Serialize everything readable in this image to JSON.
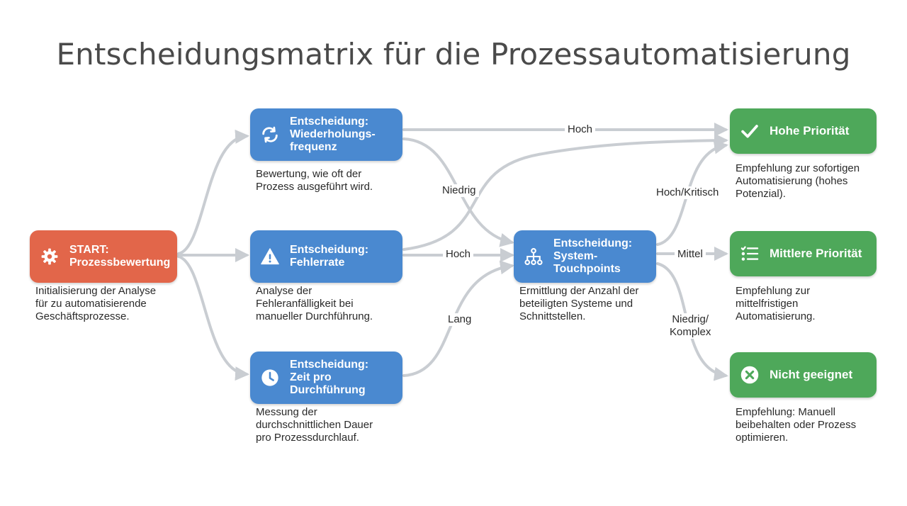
{
  "title": "Entscheidungsmatrix für die Prozessautomatisierung",
  "nodes": {
    "start": {
      "label": "START:\nProzessbewertung",
      "description": "Initialisierung der Analyse\nfür zu automatisierende\nGeschäftsprozesse.",
      "icon": "gear-icon",
      "color": "#e2664a"
    },
    "repetition": {
      "label": "Entscheidung:\nWiederholungs-\nfrequenz",
      "description": "Bewertung, wie oft der\nProzess ausgeführt wird.",
      "icon": "repeat-icon",
      "color": "#4a89d0"
    },
    "error_rate": {
      "label": "Entscheidung:\nFehlerrate",
      "description": "Analyse der\nFehleranfälligkeit bei\nmanueller Durchführung.",
      "icon": "warning-icon",
      "color": "#4a89d0"
    },
    "time": {
      "label": "Entscheidung:\nZeit pro\nDurchführung",
      "description": "Messung der\ndurchschnittlichen Dauer\npro Prozessdurchlauf.",
      "icon": "clock-icon",
      "color": "#4a89d0"
    },
    "touchpoints": {
      "label": "Entscheidung:\nSystem-\nTouchpoints",
      "description": "Ermittlung der Anzahl der\nbeteiligten Systeme und\nSchnittstellen.",
      "icon": "hierarchy-icon",
      "color": "#4a89d0"
    },
    "high": {
      "label": "Hohe Priorität",
      "description": "Empfehlung zur sofortigen\nAutomatisierung (hohes\nPotenzial).",
      "icon": "check-icon",
      "color": "#4ea85a"
    },
    "medium": {
      "label": "Mittlere Priorität",
      "description": "Empfehlung zur\nmittelfristigen\nAutomatisierung.",
      "icon": "list-icon",
      "color": "#4ea85a"
    },
    "unsuitable": {
      "label": "Nicht geeignet",
      "description": "Empfehlung: Manuell\nbeibehalten oder Prozess\noptimieren.",
      "icon": "x-circle-icon",
      "color": "#4ea85a"
    }
  },
  "edge_labels": {
    "rep_high": "Hoch",
    "rep_low": "Niedrig",
    "err_high": "Hoch",
    "time_long": "Lang",
    "tp_high": "Hoch/Kritisch",
    "tp_mid": "Mittel",
    "tp_low": "Niedrig/\nKomplex"
  },
  "colors": {
    "edge": "#c9cdd2",
    "text": "#2a2a2a",
    "title": "#4a4a4a"
  }
}
